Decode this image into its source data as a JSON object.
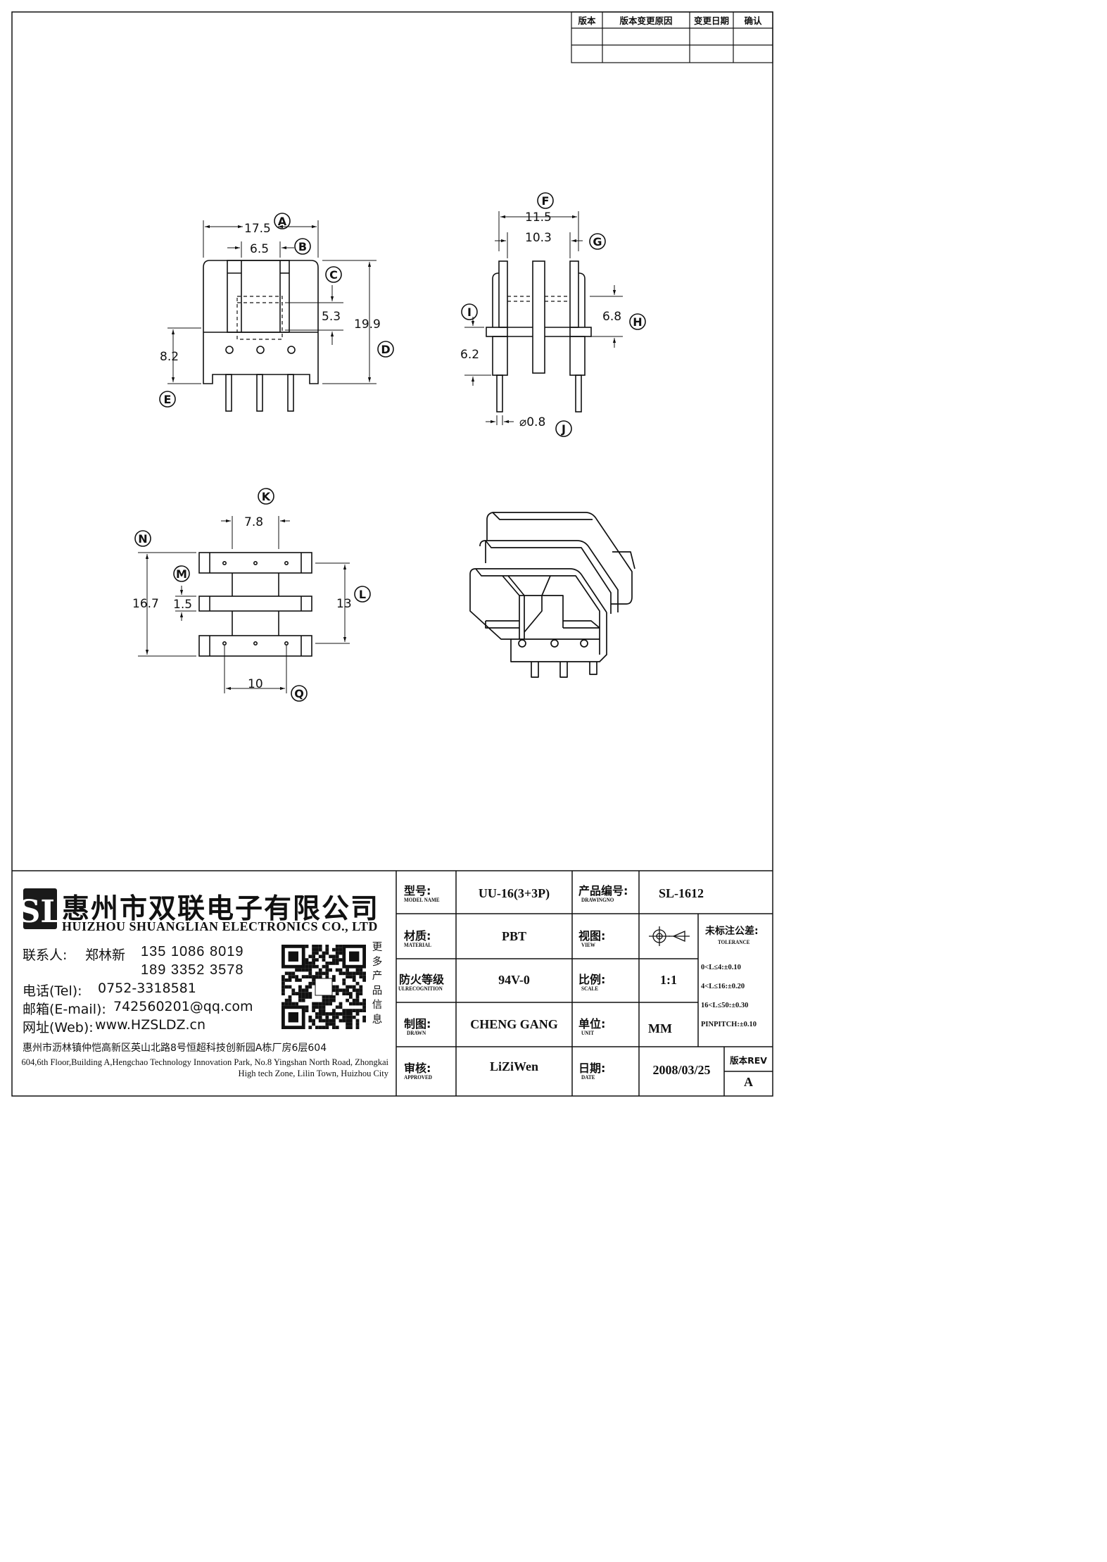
{
  "revision_table": {
    "headers": [
      "版本",
      "版本变更原因",
      "变更日期",
      "确认"
    ]
  },
  "views": {
    "front": {
      "dims": {
        "A": "17.5",
        "B": "6.5",
        "C": "5.3",
        "D": "19.9",
        "E": "8.2"
      },
      "letters": [
        "A",
        "B",
        "C",
        "D",
        "E"
      ]
    },
    "side": {
      "dims": {
        "F": "11.5",
        "G": "10.3",
        "H": "6.8",
        "I": "6.2",
        "J": "⌀0.8"
      },
      "letters": [
        "F",
        "G",
        "H",
        "I",
        "J"
      ]
    },
    "bottom": {
      "dims": {
        "K": "7.8",
        "L": "13",
        "M": "1.5",
        "N": "16.7",
        "Q": "10"
      },
      "letters": [
        "K",
        "L",
        "M",
        "N",
        "Q"
      ]
    }
  },
  "company": {
    "name_cn": "惠州市双联电子有限公司",
    "name_en": "HUIZHOU SHUANGLIAN ELECTRONICS CO., LTD",
    "logo_letters": "SL",
    "contact_label": "联系人:",
    "contact_name": "郑林新",
    "phone1": "135 1086 8019",
    "phone2": "189 3352 3578",
    "tel_label": "电话(Tel):",
    "tel": "0752-3318581",
    "email_label": "邮箱(E-mail):",
    "email": "742560201@qq.com",
    "web_label": "网址(Web):",
    "web": "www.HZSLDZ.cn",
    "more_info": "更多产品信息",
    "address_cn": "惠州市沥林镇仲恺高新区英山北路8号恒超科技创新园A栋厂房6层604",
    "address_en": "604,6th Floor,Building A,Hengchao Technology Innovation Park, No.8 Yingshan North Road, Zhongkai High tech Zone, Lilin Town, Huizhou City"
  },
  "title_block": {
    "model_label": "型号:",
    "model_label_en": "MODEL NAME",
    "model": "UU-16(3+3P)",
    "drawing_label": "产品编号:",
    "drawing_label_en": "DRAWINGNO",
    "drawing_no": "SL-1612",
    "material_label": "材质:",
    "material_label_en": "MATERIAL",
    "material": "PBT",
    "view_label": "视图:",
    "view_label_en": "VIEW",
    "tolerance_label": "未标注公差:",
    "tolerance_label_en": "TOLERANCE",
    "tolerances": [
      "0<L≤4:±0.10",
      "4<L≤16:±0.20",
      "16<L≤50:±0.30",
      "PINPITCH:±0.10"
    ],
    "flame_label": "防火等级",
    "flame_label_en": "ULRECOGNITION",
    "flame": "94V-0",
    "scale_label": "比例:",
    "scale_label_en": "SCALE",
    "scale": "1:1",
    "drawn_label": "制图:",
    "drawn_label_en": "DRAWN",
    "drawn": "CHENG GANG",
    "unit_label": "单位:",
    "unit_label_en": "UNIT",
    "unit": "MM",
    "approved_label": "审核:",
    "approved_label_en": "APPROVED",
    "approved": "LiZiWen",
    "date_label": "日期:",
    "date_label_en": "DATE",
    "date": "2008/03/25",
    "rev_label": "版本REV",
    "rev": "A"
  }
}
